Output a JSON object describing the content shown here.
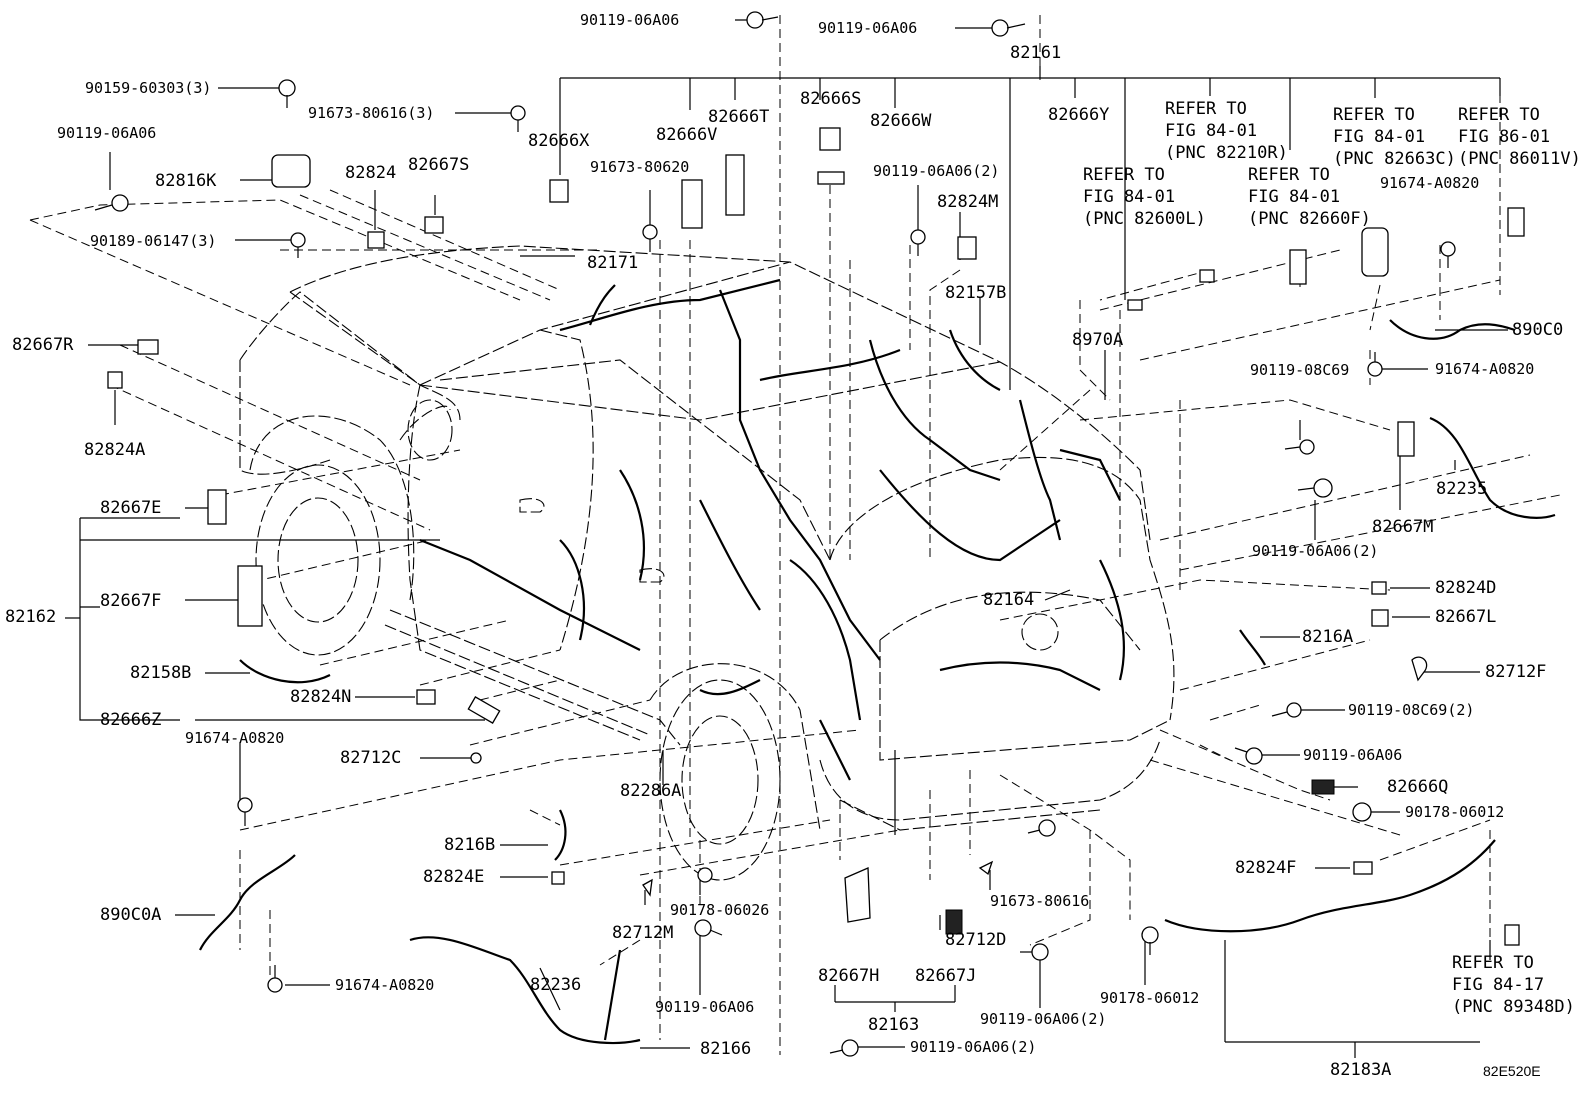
{
  "diagram_id": "82E520E",
  "labels": {
    "l_90119_top1": "90119-06A06",
    "l_90119_top2": "90119-06A06",
    "l_82161": "82161",
    "l_90159": "90159-60303(3)",
    "l_91673a": "91673-80616(3)",
    "l_82666S": "82666S",
    "l_82666T": "82666T",
    "l_82666W": "82666W",
    "l_82666X": "82666X",
    "l_82666V": "82666V",
    "l_82666Y": "82666Y",
    "l_90119_left": "90119-06A06",
    "l_82824": "82824",
    "l_82667S": "82667S",
    "l_82816K": "82816K",
    "l_91673b": "91673-80620",
    "l_90119_2a": "90119-06A06(2)",
    "l_90189": "90189-06147(3)",
    "l_82824M": "82824M",
    "l_82171": "82171",
    "l_82157B": "82157B",
    "l_82667R": "82667R",
    "l_8970A": "8970A",
    "l_890C0": "890C0",
    "l_82824A": "82824A",
    "l_90119_08C69": "90119-08C69",
    "l_91674a": "91674-A0820",
    "l_91674b": "91674-A0820",
    "l_82235": "82235",
    "l_82667E": "82667E",
    "l_82667M": "82667M",
    "l_90119_2b": "90119-06A06(2)",
    "l_82162": "82162",
    "l_82667F": "82667F",
    "l_82164": "82164",
    "l_82824D": "82824D",
    "l_82667L": "82667L",
    "l_82216A": "8216A",
    "l_82158B": "82158B",
    "l_82712F": "82712F",
    "l_82824N": "82824N",
    "l_82666Z": "82666Z",
    "l_90119_08C69_2": "90119-08C69(2)",
    "l_91674c": "91674-A0820",
    "l_82712C": "82712C",
    "l_90119_c": "90119-06A06",
    "l_82286A": "82286A",
    "l_82666Q": "82666Q",
    "l_90178a": "90178-06012",
    "l_82216B": "8216B",
    "l_82824E": "82824E",
    "l_82824F": "82824F",
    "l_890C0A": "890C0A",
    "l_90178b": "90178-06026",
    "l_91673c": "91673-80616",
    "l_82712M": "82712M",
    "l_82712D": "82712D",
    "l_82236": "82236",
    "l_90119_d": "90119-06A06",
    "l_82667H": "82667H",
    "l_82667J": "82667J",
    "l_91674d": "91674-A0820",
    "l_90119_2c": "90119-06A06(2)",
    "l_90178c": "90178-06012",
    "l_82163": "82163",
    "l_82166": "82166",
    "l_90119_2d": "90119-06A06(2)",
    "l_82183A": "82183A"
  },
  "refs": {
    "r_82210R": [
      "REFER TO",
      "FIG 84-01",
      "(PNC 82210R)"
    ],
    "r_82600L": [
      "REFER TO",
      "FIG 84-01",
      "(PNC 82600L)"
    ],
    "r_82660F": [
      "REFER TO",
      "FIG 84-01",
      "(PNC 82660F)"
    ],
    "r_82663C": [
      "REFER TO",
      "FIG 84-01",
      "(PNC 82663C)"
    ],
    "r_86011V": [
      "REFER TO",
      "FIG 86-01",
      "(PNC 86011V)"
    ],
    "r_89348D": [
      "REFER TO",
      "FIG 84-17",
      "(PNC 89348D)"
    ]
  }
}
